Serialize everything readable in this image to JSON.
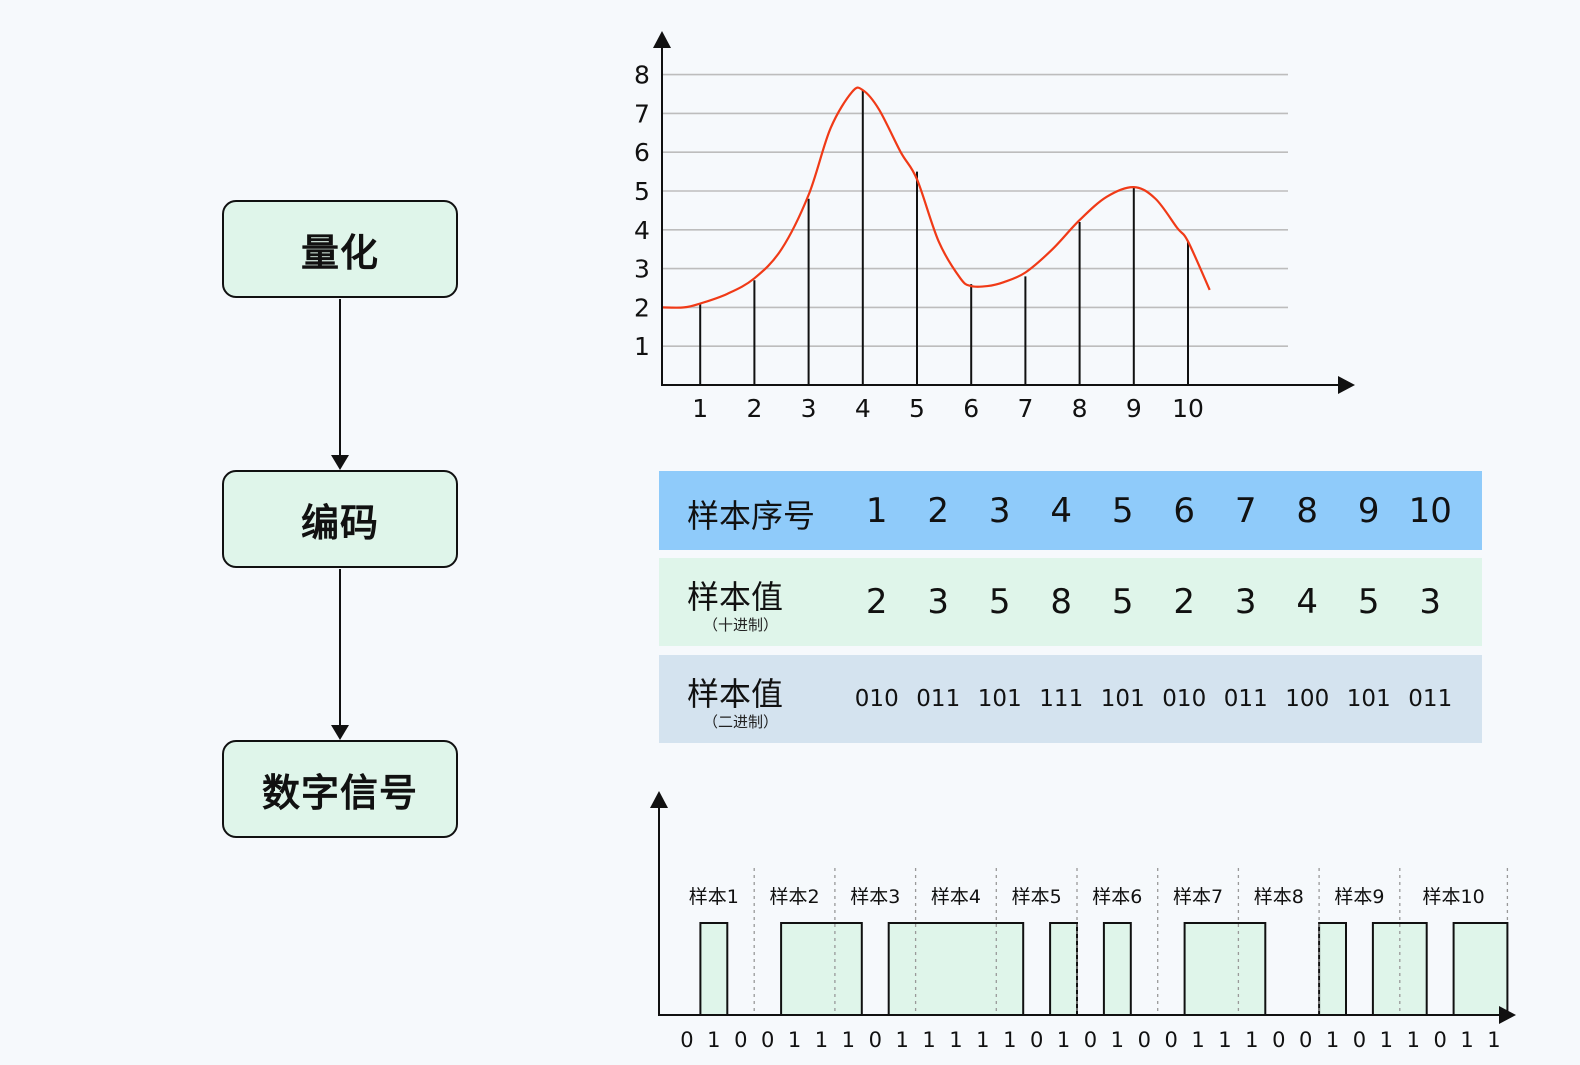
{
  "flow": {
    "steps": [
      "量化",
      "编码",
      "数字信号"
    ]
  },
  "chart_data": {
    "type": "line",
    "x_ticks": [
      "1",
      "2",
      "3",
      "4",
      "5",
      "6",
      "7",
      "8",
      "9",
      "10"
    ],
    "y_ticks": [
      "1",
      "2",
      "3",
      "4",
      "5",
      "6",
      "7",
      "8"
    ],
    "ylim": [
      0,
      8
    ],
    "grid": true,
    "sample_x": [
      1,
      2,
      3,
      4,
      5,
      6,
      7,
      8,
      9,
      10
    ],
    "sample_values": [
      2.1,
      2.7,
      4.8,
      7.6,
      5.5,
      2.6,
      2.8,
      4.2,
      5.1,
      3.7
    ],
    "curve": {
      "color": "#f03a17",
      "points": [
        [
          0.3,
          2.0
        ],
        [
          0.7,
          2.0
        ],
        [
          1.0,
          2.1
        ],
        [
          1.5,
          2.35
        ],
        [
          2.0,
          2.75
        ],
        [
          2.5,
          3.5
        ],
        [
          3.0,
          4.9
        ],
        [
          3.4,
          6.6
        ],
        [
          3.8,
          7.55
        ],
        [
          4.0,
          7.6
        ],
        [
          4.3,
          7.1
        ],
        [
          4.7,
          6.0
        ],
        [
          5.0,
          5.3
        ],
        [
          5.4,
          3.7
        ],
        [
          5.8,
          2.75
        ],
        [
          6.0,
          2.55
        ],
        [
          6.3,
          2.55
        ],
        [
          6.6,
          2.65
        ],
        [
          7.0,
          2.9
        ],
        [
          7.5,
          3.5
        ],
        [
          8.0,
          4.25
        ],
        [
          8.5,
          4.85
        ],
        [
          9.0,
          5.1
        ],
        [
          9.4,
          4.8
        ],
        [
          9.8,
          4.05
        ],
        [
          10.0,
          3.7
        ],
        [
          10.4,
          2.45
        ]
      ]
    }
  },
  "table": {
    "index_row": {
      "label": "样本序号",
      "values": [
        "1",
        "2",
        "3",
        "4",
        "5",
        "6",
        "7",
        "8",
        "9",
        "10"
      ]
    },
    "decimal_row": {
      "label": "样本值",
      "sublabel": "（十进制）",
      "values": [
        "2",
        "3",
        "5",
        "8",
        "5",
        "2",
        "3",
        "4",
        "5",
        "3"
      ]
    },
    "binary_row": {
      "label": "样本值",
      "sublabel": "（二进制）",
      "values": [
        "010",
        "011",
        "101",
        "111",
        "101",
        "010",
        "011",
        "100",
        "101",
        "011"
      ]
    }
  },
  "digital_signal": {
    "bits": [
      "0",
      "1",
      "0",
      "0",
      "1",
      "1",
      "1",
      "0",
      "1",
      "1",
      "1",
      "1",
      "1",
      "0",
      "1",
      "0",
      "1",
      "0",
      "0",
      "1",
      "1",
      "1",
      "0",
      "0",
      "1",
      "0",
      "1",
      "1",
      "0",
      "1",
      "1"
    ],
    "sample_labels": [
      "样本1",
      "样本2",
      "样本3",
      "样本4",
      "样本5",
      "样本6",
      "样本7",
      "样本8",
      "样本9",
      "样本10"
    ],
    "high_fill": "#dff5ea"
  },
  "colors": {
    "index_row_bg": "#8fcbfa",
    "decimal_row_bg": "#dff5ea",
    "binary_row_bg": "#d4e3ef",
    "flow_box_bg": "#dff5ea",
    "grid": "#bdbdbd"
  }
}
